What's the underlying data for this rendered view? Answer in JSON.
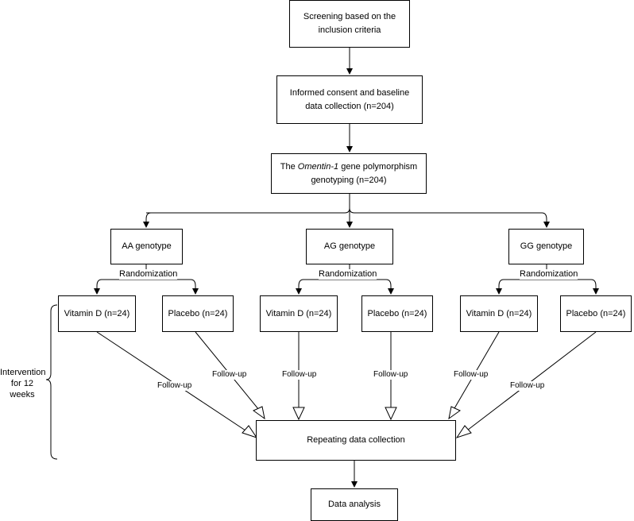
{
  "steps": {
    "screening": "Screening based on the inclusion criteria",
    "consent": "Informed consent and baseline data collection (n=204)",
    "genotyping_pre": "The ",
    "genotyping_gene": "Omentin-1",
    "genotyping_post": " gene polymorphism genotyping (n=204)",
    "repeat": "Repeating data collection",
    "analysis": "Data analysis"
  },
  "genotypes": [
    {
      "label": "AA genotype",
      "randomization": "Randomization",
      "arms": [
        "Vitamin D (n=24)",
        "Placebo (n=24)"
      ]
    },
    {
      "label": "AG genotype",
      "randomization": "Randomization",
      "arms": [
        "Vitamin D (n=24)",
        "Placebo (n=24)"
      ]
    },
    {
      "label": "GG genotype",
      "randomization": "Randomization",
      "arms": [
        "Vitamin D (n=24)",
        "Placebo (n=24)"
      ]
    }
  ],
  "followup_label": "Follow-up",
  "intervention_label": "Intervention for 12 weeks"
}
